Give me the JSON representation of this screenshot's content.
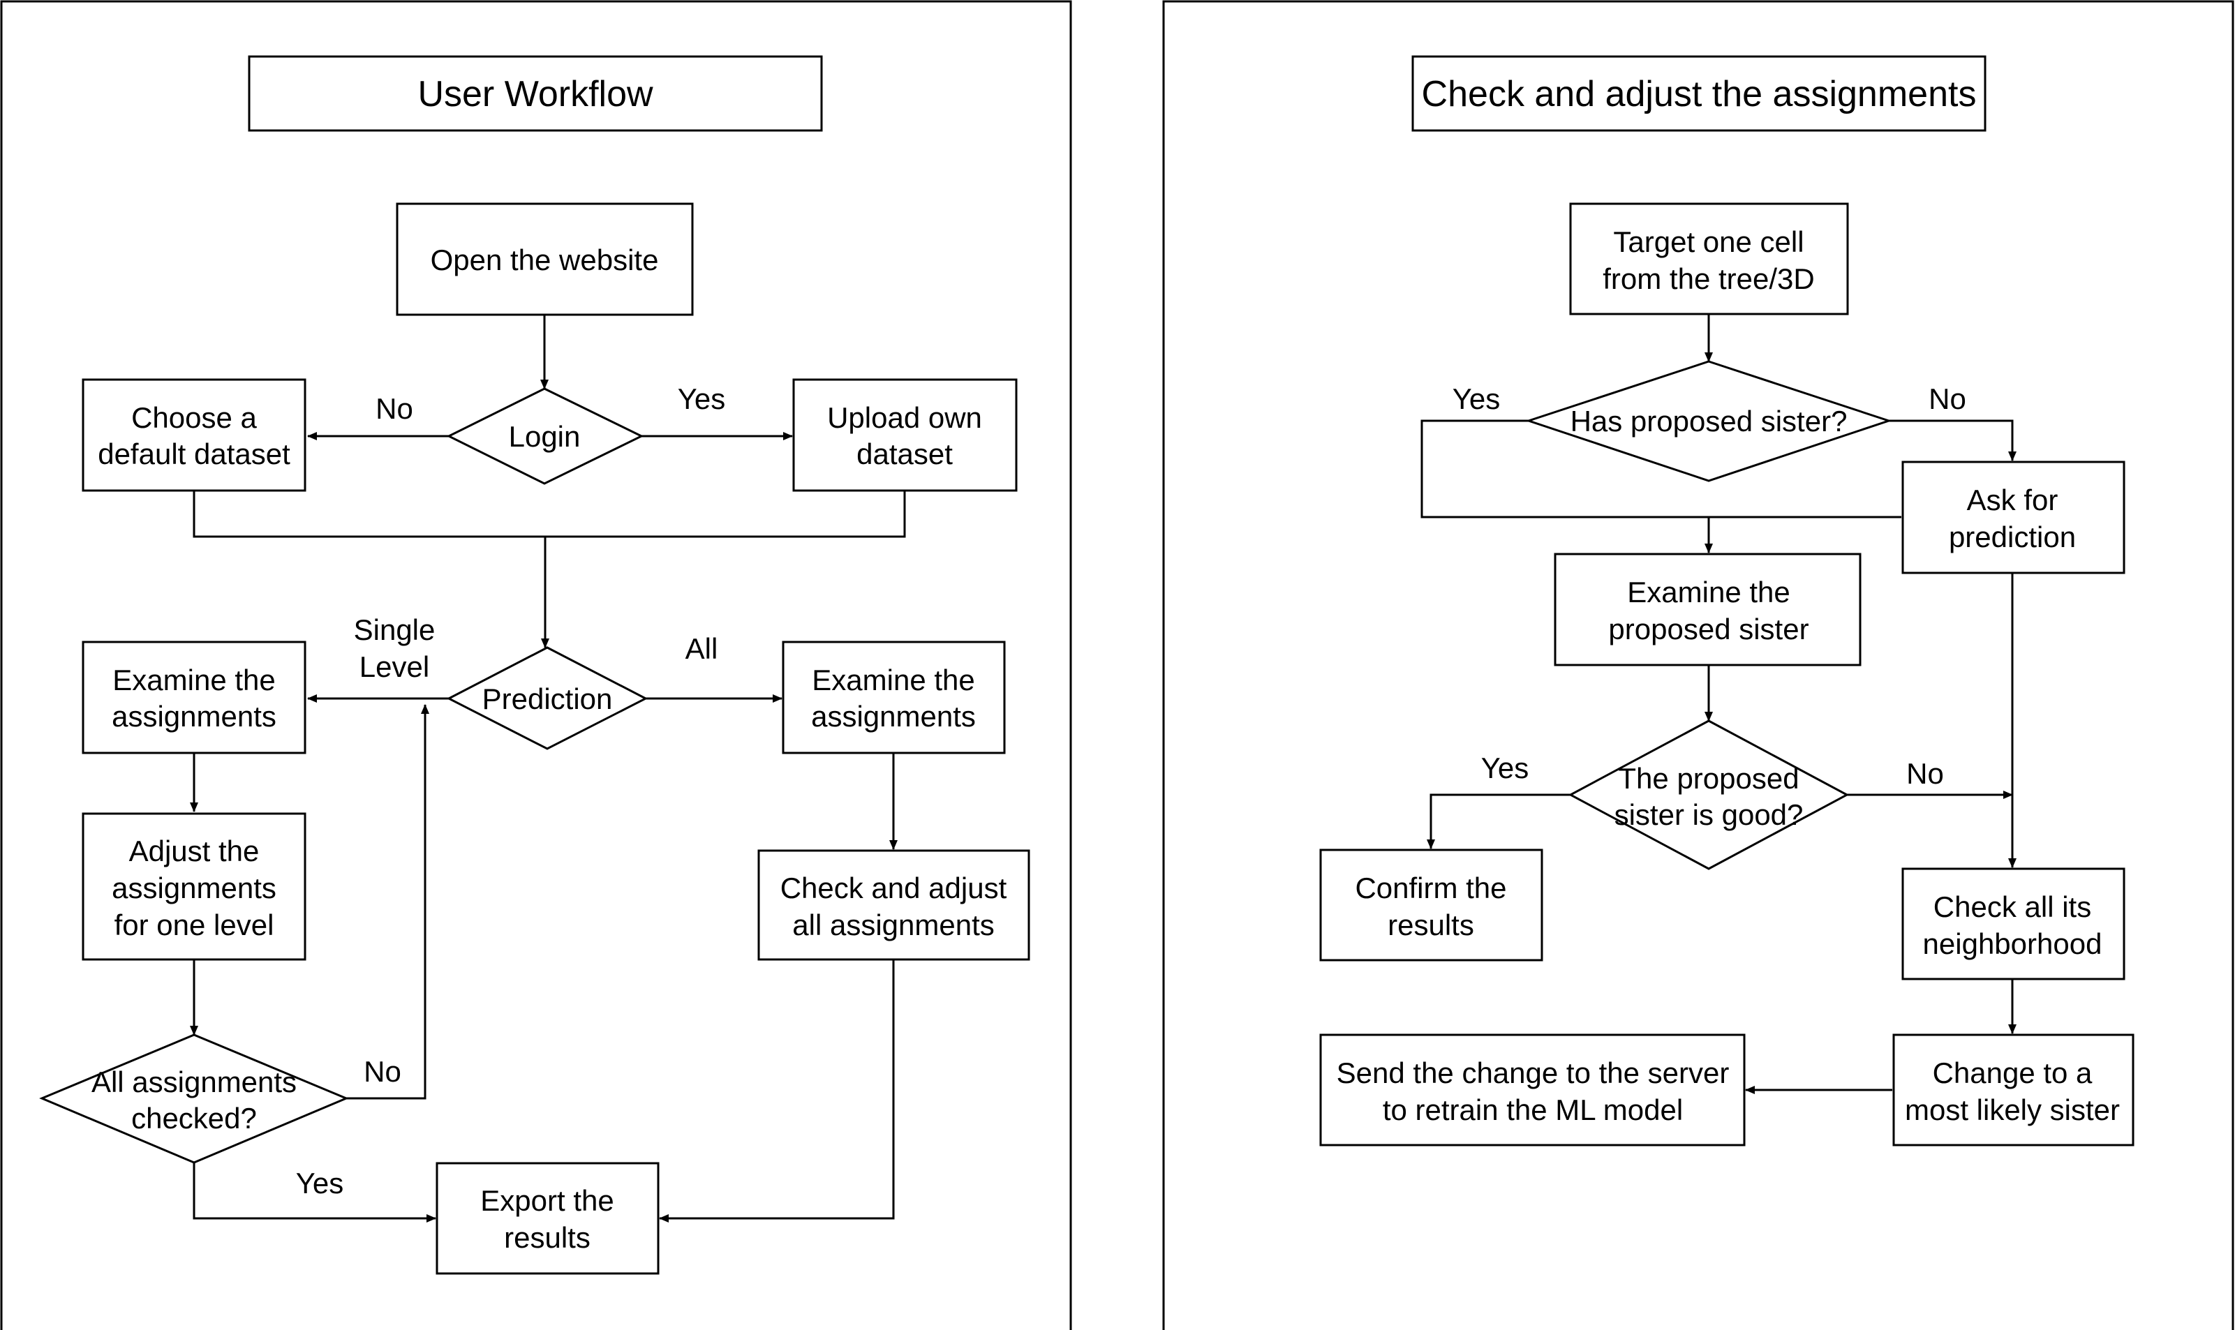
{
  "left": {
    "title": "User Workflow",
    "nodes": {
      "open_website": [
        "Open the website"
      ],
      "login": [
        "Login"
      ],
      "choose_default": [
        "Choose a",
        "default dataset"
      ],
      "upload_own": [
        "Upload own",
        "dataset"
      ],
      "prediction": [
        "Prediction"
      ],
      "examine_left": [
        "Examine the",
        "assignments"
      ],
      "examine_right": [
        "Examine the",
        "assignments"
      ],
      "adjust_one_level": [
        "Adjust the",
        "assignments",
        "for one level"
      ],
      "check_adjust_all": [
        "Check and adjust",
        "all assignments"
      ],
      "all_checked": [
        "All assignments",
        "checked?"
      ],
      "export": [
        "Export the",
        "results"
      ]
    },
    "edge_labels": {
      "login_no": "No",
      "login_yes": "Yes",
      "single_level": [
        "Single",
        "Level"
      ],
      "all": "All",
      "checked_no": "No",
      "checked_yes": "Yes"
    }
  },
  "right": {
    "title": "Check and adjust the assignments",
    "nodes": {
      "target_cell": [
        "Target one cell",
        "from the tree/3D"
      ],
      "has_sister": [
        "Has proposed sister?"
      ],
      "ask_prediction": [
        "Ask for",
        "prediction"
      ],
      "examine_sister": [
        "Examine the",
        "proposed sister"
      ],
      "sister_good": [
        "The proposed",
        "sister is good?"
      ],
      "confirm": [
        "Confirm the",
        "results"
      ],
      "check_neighborhood": [
        "Check all its",
        "neighborhood"
      ],
      "change_sister": [
        "Change to a",
        "most likely sister"
      ],
      "send_change": [
        "Send the change to the server",
        "to retrain the ML model"
      ]
    },
    "edge_labels": {
      "has_yes": "Yes",
      "has_no": "No",
      "good_yes": "Yes",
      "good_no": "No"
    }
  }
}
